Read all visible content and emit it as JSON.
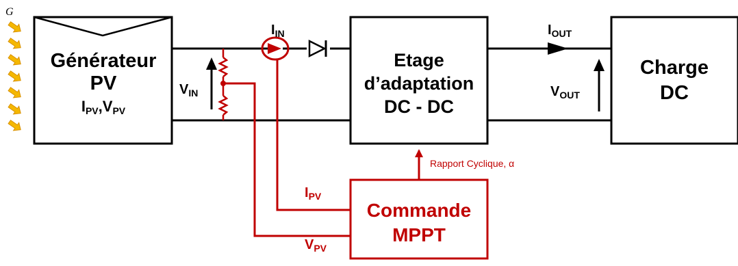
{
  "irradiance_label": "G",
  "pv_generator": {
    "line1": "Générateur",
    "line2": "PV",
    "line3_I": "I",
    "line3_I_sub": "PV",
    "line3_sep": ",V",
    "line3_V_sub": "PV"
  },
  "converter": {
    "line1": "Etage",
    "line2": "d’adaptation",
    "line3": "DC - DC"
  },
  "load": {
    "line1": "Charge",
    "line2": "DC"
  },
  "mppt": {
    "line1": "Commande",
    "line2": "MPPT"
  },
  "labels": {
    "i_in": "I",
    "i_in_sub": "IN",
    "v_in": "V",
    "v_in_sub": "IN",
    "i_out": "I",
    "i_out_sub": "OUT",
    "v_out": "V",
    "v_out_sub": "OUT",
    "i_pv": "I",
    "i_pv_sub": "PV",
    "v_pv": "V",
    "v_pv_sub": "PV",
    "duty_cycle": "Rapport Cyclique, α"
  },
  "colors": {
    "control": "#c00000",
    "sun_arrow": "#f5b800",
    "line": "#000000"
  }
}
